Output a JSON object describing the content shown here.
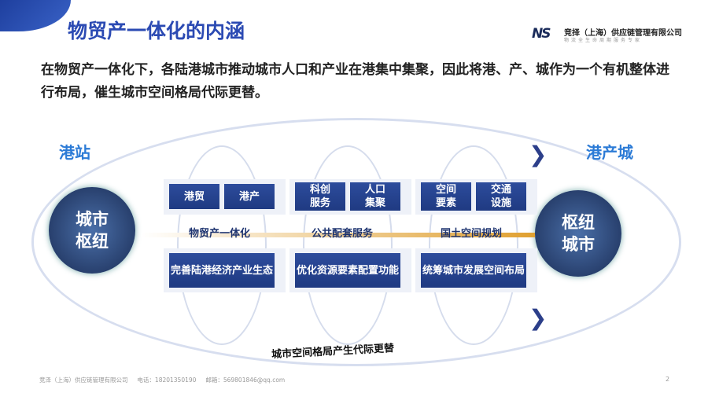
{
  "header": {
    "title": "物贸产一体化的内涵",
    "logo_text": "NS",
    "company": "竞择（上海）供应链管理有限公司",
    "tagline": "物流全生命周期服务专家"
  },
  "intro": "在物贸产一体化下，各陆港城市推动城市人口和产业在港集中集聚，因此将港、产、城作为一个有机整体进行布局，催生城市空间格局代际更替。",
  "left": {
    "label": "港站",
    "circle": "城市\n枢纽"
  },
  "right": {
    "label": "港产城",
    "circle": "枢纽\n城市"
  },
  "columns": [
    {
      "top": [
        "港贸",
        "港产"
      ],
      "label": "物贸产一体化",
      "bottom": "完善陆港经济产业生态"
    },
    {
      "top": [
        "科创\n服务",
        "人口\n集聚"
      ],
      "label": "公共配套服务",
      "bottom": "优化资源要素配置功能"
    },
    {
      "top": [
        "空间\n要素",
        "交通\n设施"
      ],
      "label": "国土空间规划",
      "bottom": "统筹城市发展空间布局"
    }
  ],
  "bottom_caption": "城市空间格局产生代际更替",
  "footer": {
    "company": "竞泽（上海）供应链管理有限公司",
    "phone": "电话：18201350190",
    "email": "邮箱：569801846@qq.com",
    "page": "2"
  }
}
